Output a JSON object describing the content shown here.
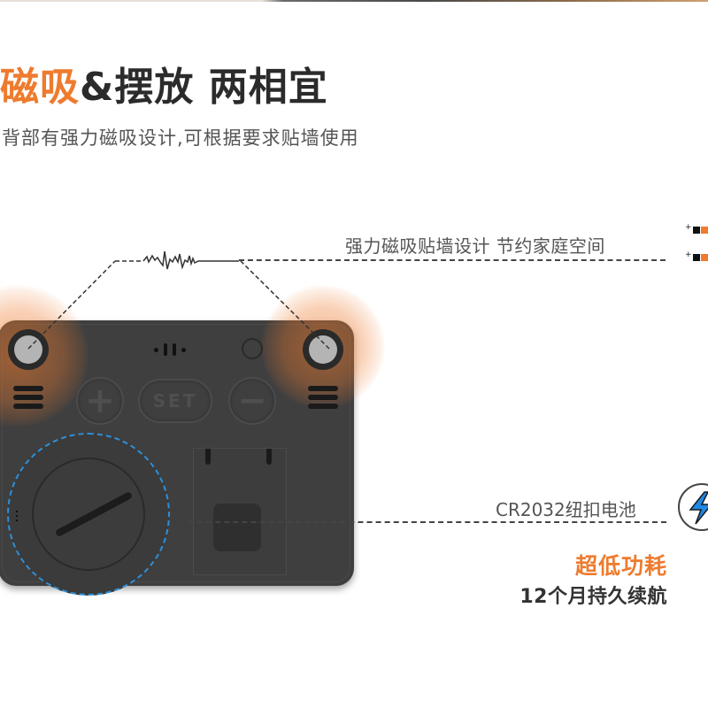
{
  "header": {
    "title_accent": "磁吸",
    "title_rest": "&摆放 两相宜",
    "subtitle": "背部有强力磁吸设计,可根据要求贴墙使用"
  },
  "callouts": {
    "magnet": "强力磁吸贴墙设计 节约家庭空间",
    "battery": "CR2032纽扣电池"
  },
  "power": {
    "title": "超低功耗",
    "subtitle": "12个月持久续航"
  },
  "device": {
    "buttons": {
      "plus": "+",
      "set": "SET",
      "minus": "−"
    }
  },
  "colors": {
    "accent": "#ee7b2e",
    "text_dark": "#2b2b2b",
    "text_gray": "#555555",
    "device_body": "#3f3f3f",
    "battery_ring": "#2e8fd8",
    "bolt": "#1e88e5"
  },
  "icons": [
    "magnet-icon",
    "lightning-bolt-icon",
    "waveform-icon",
    "connector-icon"
  ]
}
